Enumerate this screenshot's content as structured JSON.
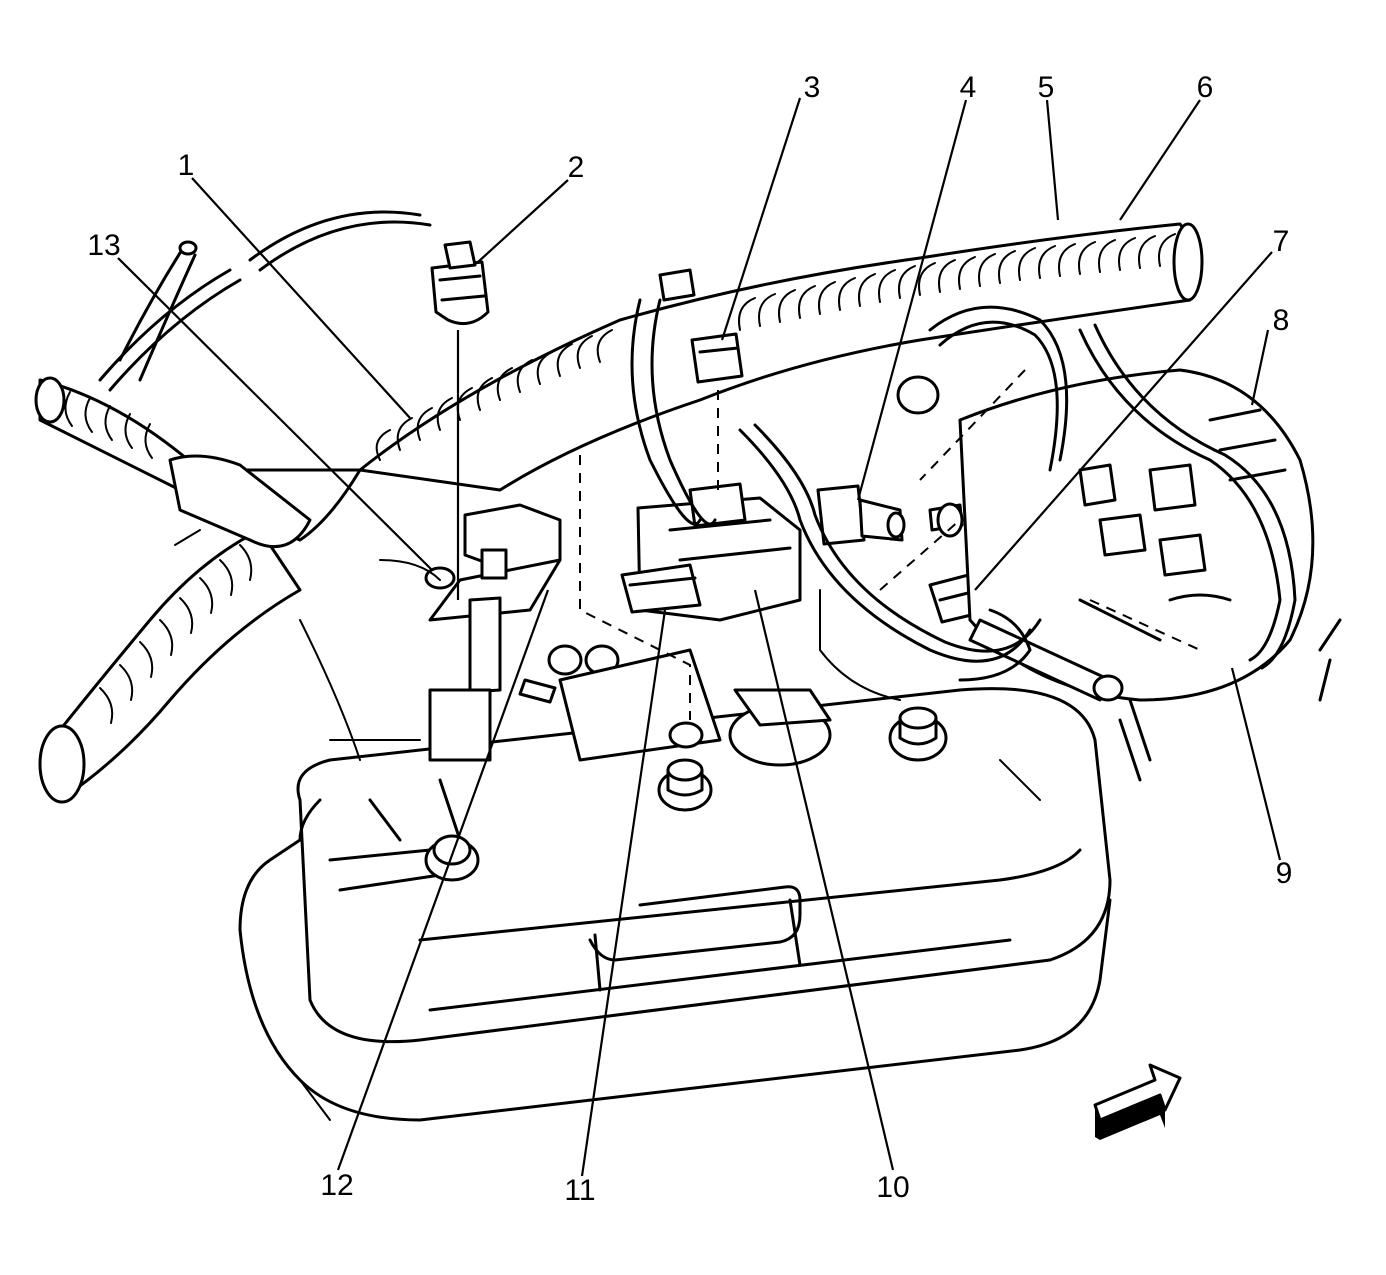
{
  "callouts": [
    {
      "id": "1",
      "label": "1"
    },
    {
      "id": "2",
      "label": "2"
    },
    {
      "id": "3",
      "label": "3"
    },
    {
      "id": "4",
      "label": "4"
    },
    {
      "id": "5",
      "label": "5"
    },
    {
      "id": "6",
      "label": "6"
    },
    {
      "id": "7",
      "label": "7"
    },
    {
      "id": "8",
      "label": "8"
    },
    {
      "id": "9",
      "label": "9"
    },
    {
      "id": "10",
      "label": "10"
    },
    {
      "id": "11",
      "label": "11"
    },
    {
      "id": "12",
      "label": "12"
    },
    {
      "id": "13",
      "label": "13"
    }
  ],
  "icons": {
    "direction_arrow": "forward-arrow-icon"
  },
  "colors": {
    "ink": "#000000",
    "paper": "#ffffff"
  }
}
